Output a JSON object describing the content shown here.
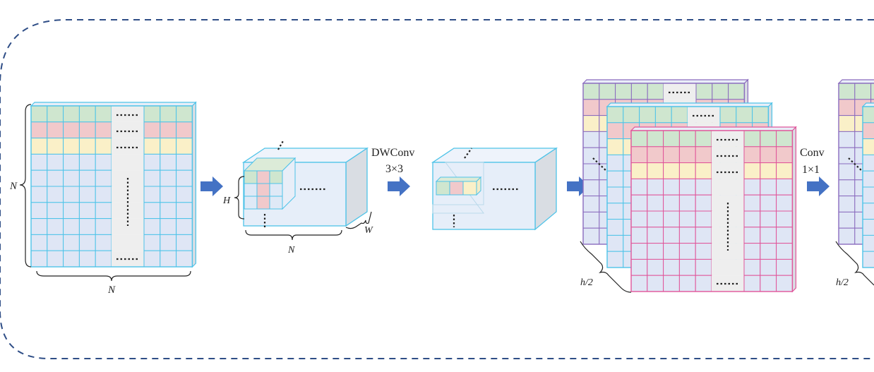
{
  "labels": {
    "n_left": "N",
    "n_bottom": "N",
    "h": "H",
    "n_cube": "N",
    "w": "W",
    "dwconv_line1": "DWConv",
    "dwconv_line2": "3×3",
    "conv_line1": "Conv",
    "conv_line2": "1×1",
    "h2_a": "h/2",
    "h2_b": "h/2"
  },
  "colors": {
    "grid_line": "#4ec3e8",
    "cell_fill": "#dfe6f5",
    "row_green": "#cfe6cf",
    "row_red": "#f1c9cb",
    "row_yellow": "#faf0c8",
    "stripe": "#eeeeee",
    "arrow": "#4472c4",
    "purple_border": "#8a6bbe",
    "pink_border": "#e0559a",
    "pink_cell": "#f5d2dc",
    "dashed_border": "#2e4d86"
  },
  "icons": {
    "arrow": "right-arrow-icon",
    "dots": "ellipsis-icon"
  }
}
